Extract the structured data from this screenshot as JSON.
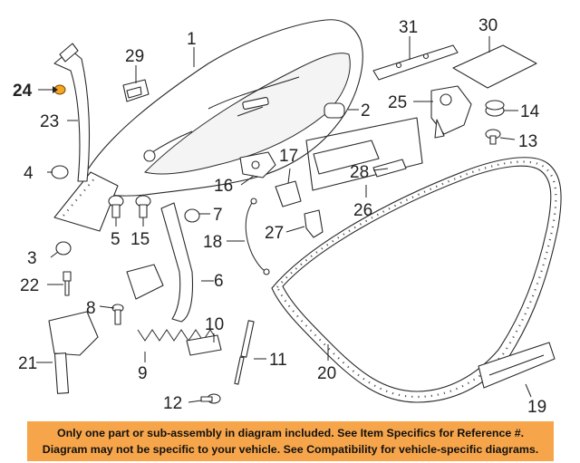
{
  "callouts": {
    "c1": "1",
    "c2": "2",
    "c3": "3",
    "c4": "4",
    "c5": "5",
    "c6": "6",
    "c7": "7",
    "c8": "8",
    "c9": "9",
    "c10": "10",
    "c11": "11",
    "c12": "12",
    "c13": "13",
    "c14": "14",
    "c15": "15",
    "c16": "16",
    "c17": "17",
    "c18": "18",
    "c19": "19",
    "c20": "20",
    "c21": "21",
    "c22": "22",
    "c23": "23",
    "c24": "24",
    "c25": "25",
    "c26": "26",
    "c27": "27",
    "c28": "28",
    "c29": "29",
    "c30": "30",
    "c31": "31"
  },
  "highlighted_part": "24",
  "colors": {
    "highlight": "#f5a623",
    "banner": "#f7a54a"
  },
  "disclaimer": {
    "line1": "Only one part or sub-assembly in diagram included. See Item Specifics for Reference #.",
    "line2": "Diagram may not be specific to your vehicle. See Compatibility for vehicle-specific diagrams."
  }
}
